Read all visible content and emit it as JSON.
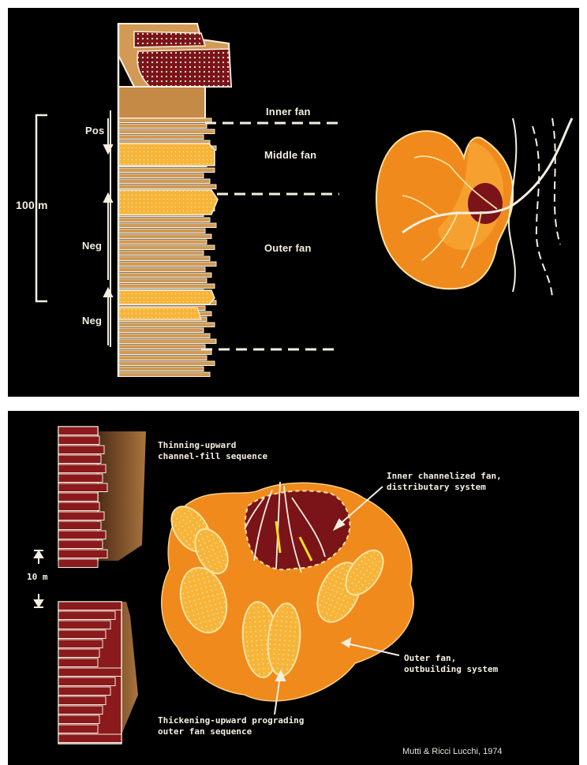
{
  "top_panel": {
    "scale_label": "100 m",
    "trend_labels": [
      "Pos",
      "Neg",
      "Neg"
    ],
    "zone_labels": [
      "Inner fan",
      "Middle fan",
      "Outer fan"
    ]
  },
  "bottom_panel": {
    "channel_fill_label": [
      "Thinning-upward",
      "channel-fill sequence"
    ],
    "inner_fan_label": [
      "Inner channelized fan,",
      "distributary system"
    ],
    "scale_label": "10 m",
    "outer_fan_label": [
      "Outer fan,",
      "outbuilding system"
    ],
    "prograding_label": [
      "Thickening-upward prograding",
      "outer fan sequence"
    ],
    "citation": "Mutti & Ricci Lucchi, 1974"
  },
  "colors": {
    "background": "#000000",
    "ink": "#f4efe0",
    "fan_orange": "#f08a1c",
    "lobe_yellow": "#f6b53a",
    "channel_maroon": "#7a1418",
    "shale_tan": "#d29a55"
  }
}
